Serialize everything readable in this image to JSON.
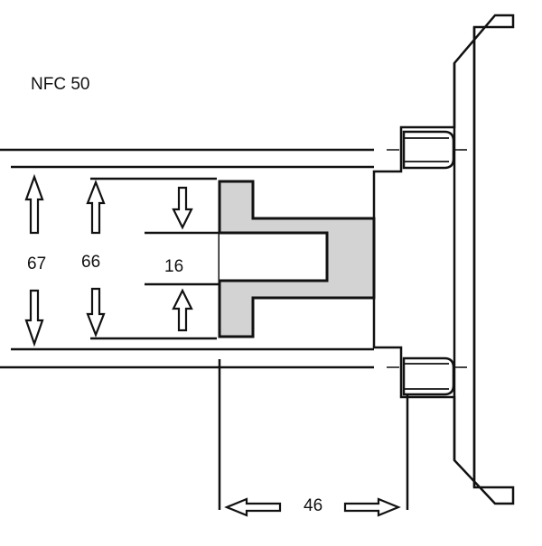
{
  "title": "NFC 50",
  "dimensions": {
    "outer_diameter": "67",
    "inner_diameter": "66",
    "bore": "16",
    "length": "46"
  },
  "colors": {
    "line": "#111111",
    "section_fill": "#d3d3d3",
    "background": "#ffffff"
  }
}
